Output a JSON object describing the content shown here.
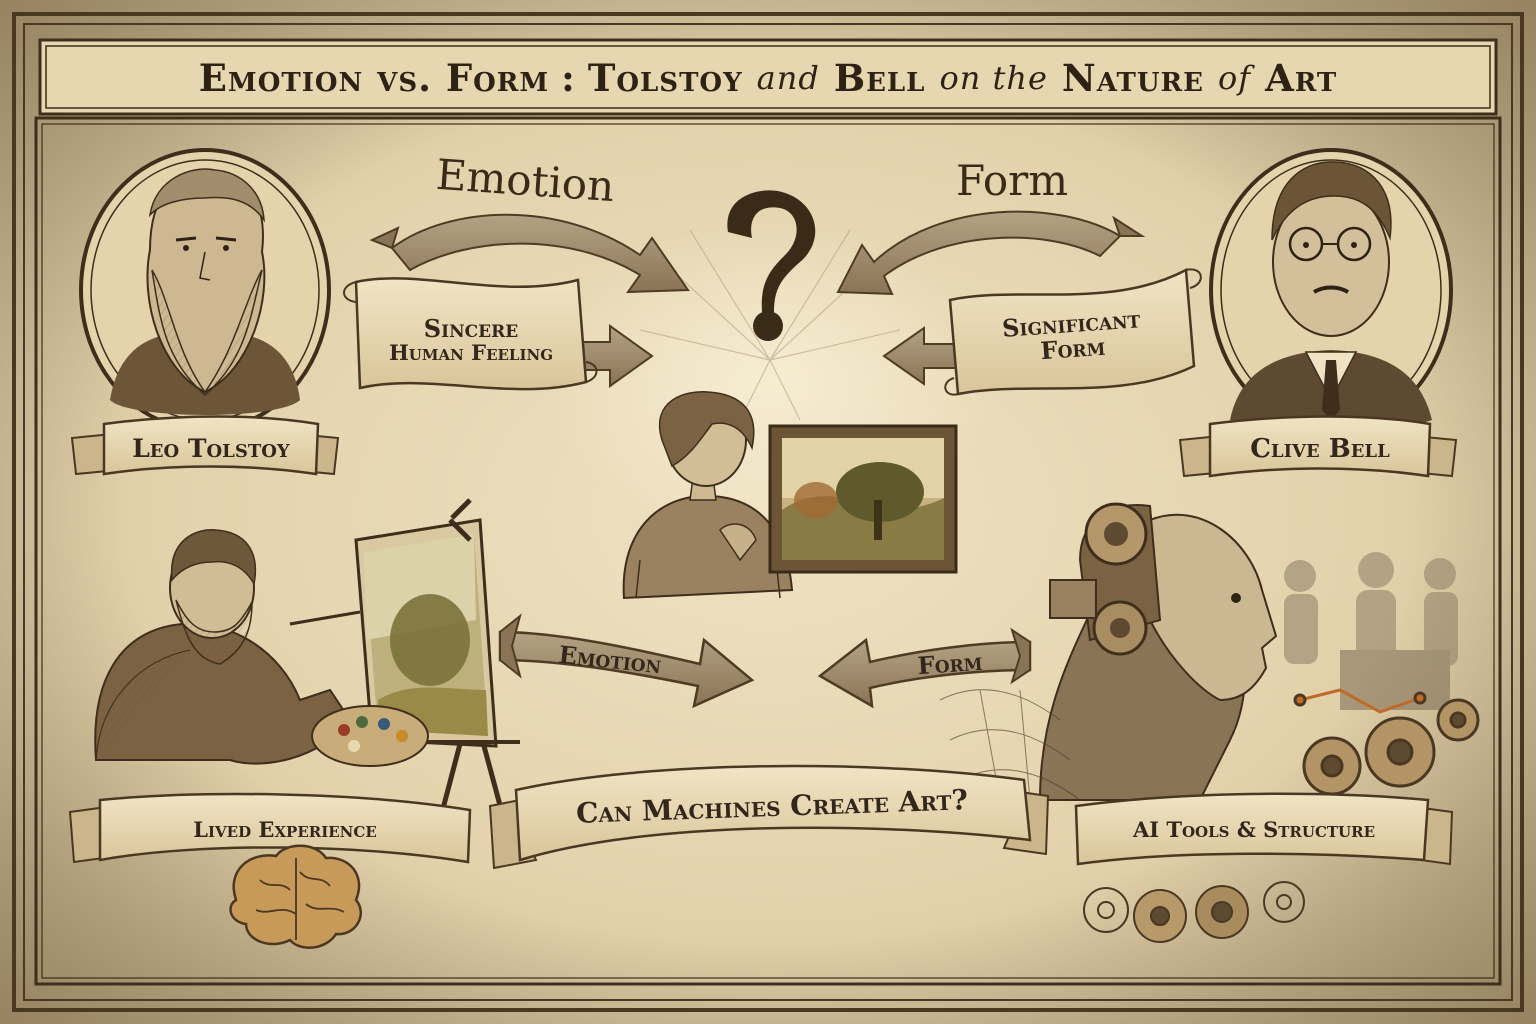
{
  "title": {
    "part1": "Emotion vs. Form",
    "sep": ":",
    "part2": "Tolstoy",
    "and": "and",
    "part3": "Bell",
    "on_the": "on the",
    "part4": "Nature",
    "of": "of",
    "part5": "Art"
  },
  "top_arrows": {
    "left_caption": "Emotion",
    "right_caption": "Form",
    "center_symbol": "?"
  },
  "left_figure": {
    "name_label": "Leo Tolstoy",
    "concept_line1": "Sincere",
    "concept_line2": "Human Feeling"
  },
  "right_figure": {
    "name_label": "Clive Bell",
    "concept_line1": "Significant",
    "concept_line2": "Form"
  },
  "middle_arrows": {
    "left_label": "Emotion",
    "right_label": "Form"
  },
  "bottom_banners": {
    "left": "Lived Experience",
    "center": "Can Machines Create Art?",
    "right": "AI Tools & Structure"
  },
  "colors": {
    "parchment": "#e9dbb8",
    "ink": "#3a2c1c",
    "banner_fill": "#ead9b2",
    "arrow_fill": "#9c876a"
  }
}
